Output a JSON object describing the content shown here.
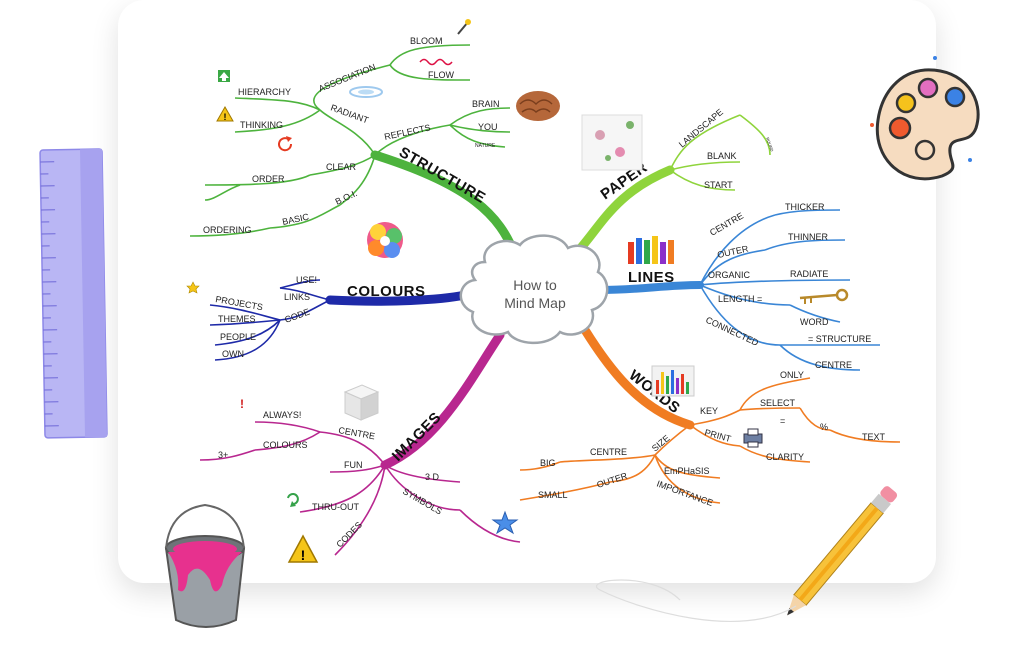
{
  "center": {
    "line1": "How to",
    "line2": "Mind Map"
  },
  "structure": {
    "title": "STRUCTURE",
    "reflects": "REFLECTS",
    "brain": "BRAIN",
    "you": "YOU",
    "nature": "NATURE",
    "radiant": "RADIANT",
    "association": "ASSOCIATION",
    "bloom": "BLOOM",
    "flow": "FLOW",
    "hierarchy": "HIERARCHY",
    "thinking": "THINKING",
    "clear": "CLEAR",
    "order": "ORDER",
    "boi": "B.O.I.",
    "basic": "BASIC",
    "ordering": "ORDERING"
  },
  "paper": {
    "title": "PAPER",
    "landscape": "LANDSCAPE",
    "blank": "BLANK",
    "start": "START",
    "tiny": "ROUND"
  },
  "lines": {
    "title": "LINES",
    "centre": "CENTRE",
    "thicker": "THICKER",
    "outer": "OUTER",
    "thinner": "THINNER",
    "organic": "ORGANIC",
    "radiate": "RADIATE",
    "length": "LENGTH =",
    "word": "WORD",
    "connected": "CONNECTED",
    "structure": "= STRUCTURE",
    "centre2": "CENTRE"
  },
  "words": {
    "title": "WORDS",
    "key": "KEY",
    "only": "ONLY",
    "select": "SELECT",
    "eq": "=",
    "pct": "%",
    "text": "TEXT",
    "print": "PRINT",
    "clarity": "CLARITY",
    "size": "SIZE",
    "centre": "CENTRE",
    "big": "BIG",
    "outer": "OUTER",
    "small": "SMALL",
    "emphasis": "EmPHaSIS",
    "importance": "IMPORTANCE"
  },
  "images": {
    "title": "IMAGES",
    "centre": "CENTRE",
    "always": "ALWAYS!",
    "colours": "COLOURS",
    "three_plus": "3+",
    "fun": "FUN",
    "three_d": "3 D",
    "symbols": "SYMBOLS",
    "thruout": "THRU-OUT",
    "codes": "CODES"
  },
  "colours": {
    "title": "COLOURS",
    "use": "USE!",
    "links": "LINKS",
    "code": "CODE",
    "projects": "PROJECTS",
    "themes": "THEMES",
    "people": "PEOPLE",
    "own": "OWN"
  },
  "colors": {
    "structure": "#4db33d",
    "paper": "#8fd43c",
    "lines": "#3a86d6",
    "words": "#f07c22",
    "images": "#b8278f",
    "colours": "#1e2aa8"
  },
  "icons": [
    "palette-icon",
    "ruler-icon",
    "paint-bucket-icon",
    "pencil-icon",
    "brain-icon",
    "flower-icon",
    "crayons-icon",
    "key-icon",
    "star-icon",
    "warning-icon",
    "cube-icon",
    "printer-icon",
    "equalizer-icon",
    "arrow-up-icon",
    "refresh-icon"
  ]
}
